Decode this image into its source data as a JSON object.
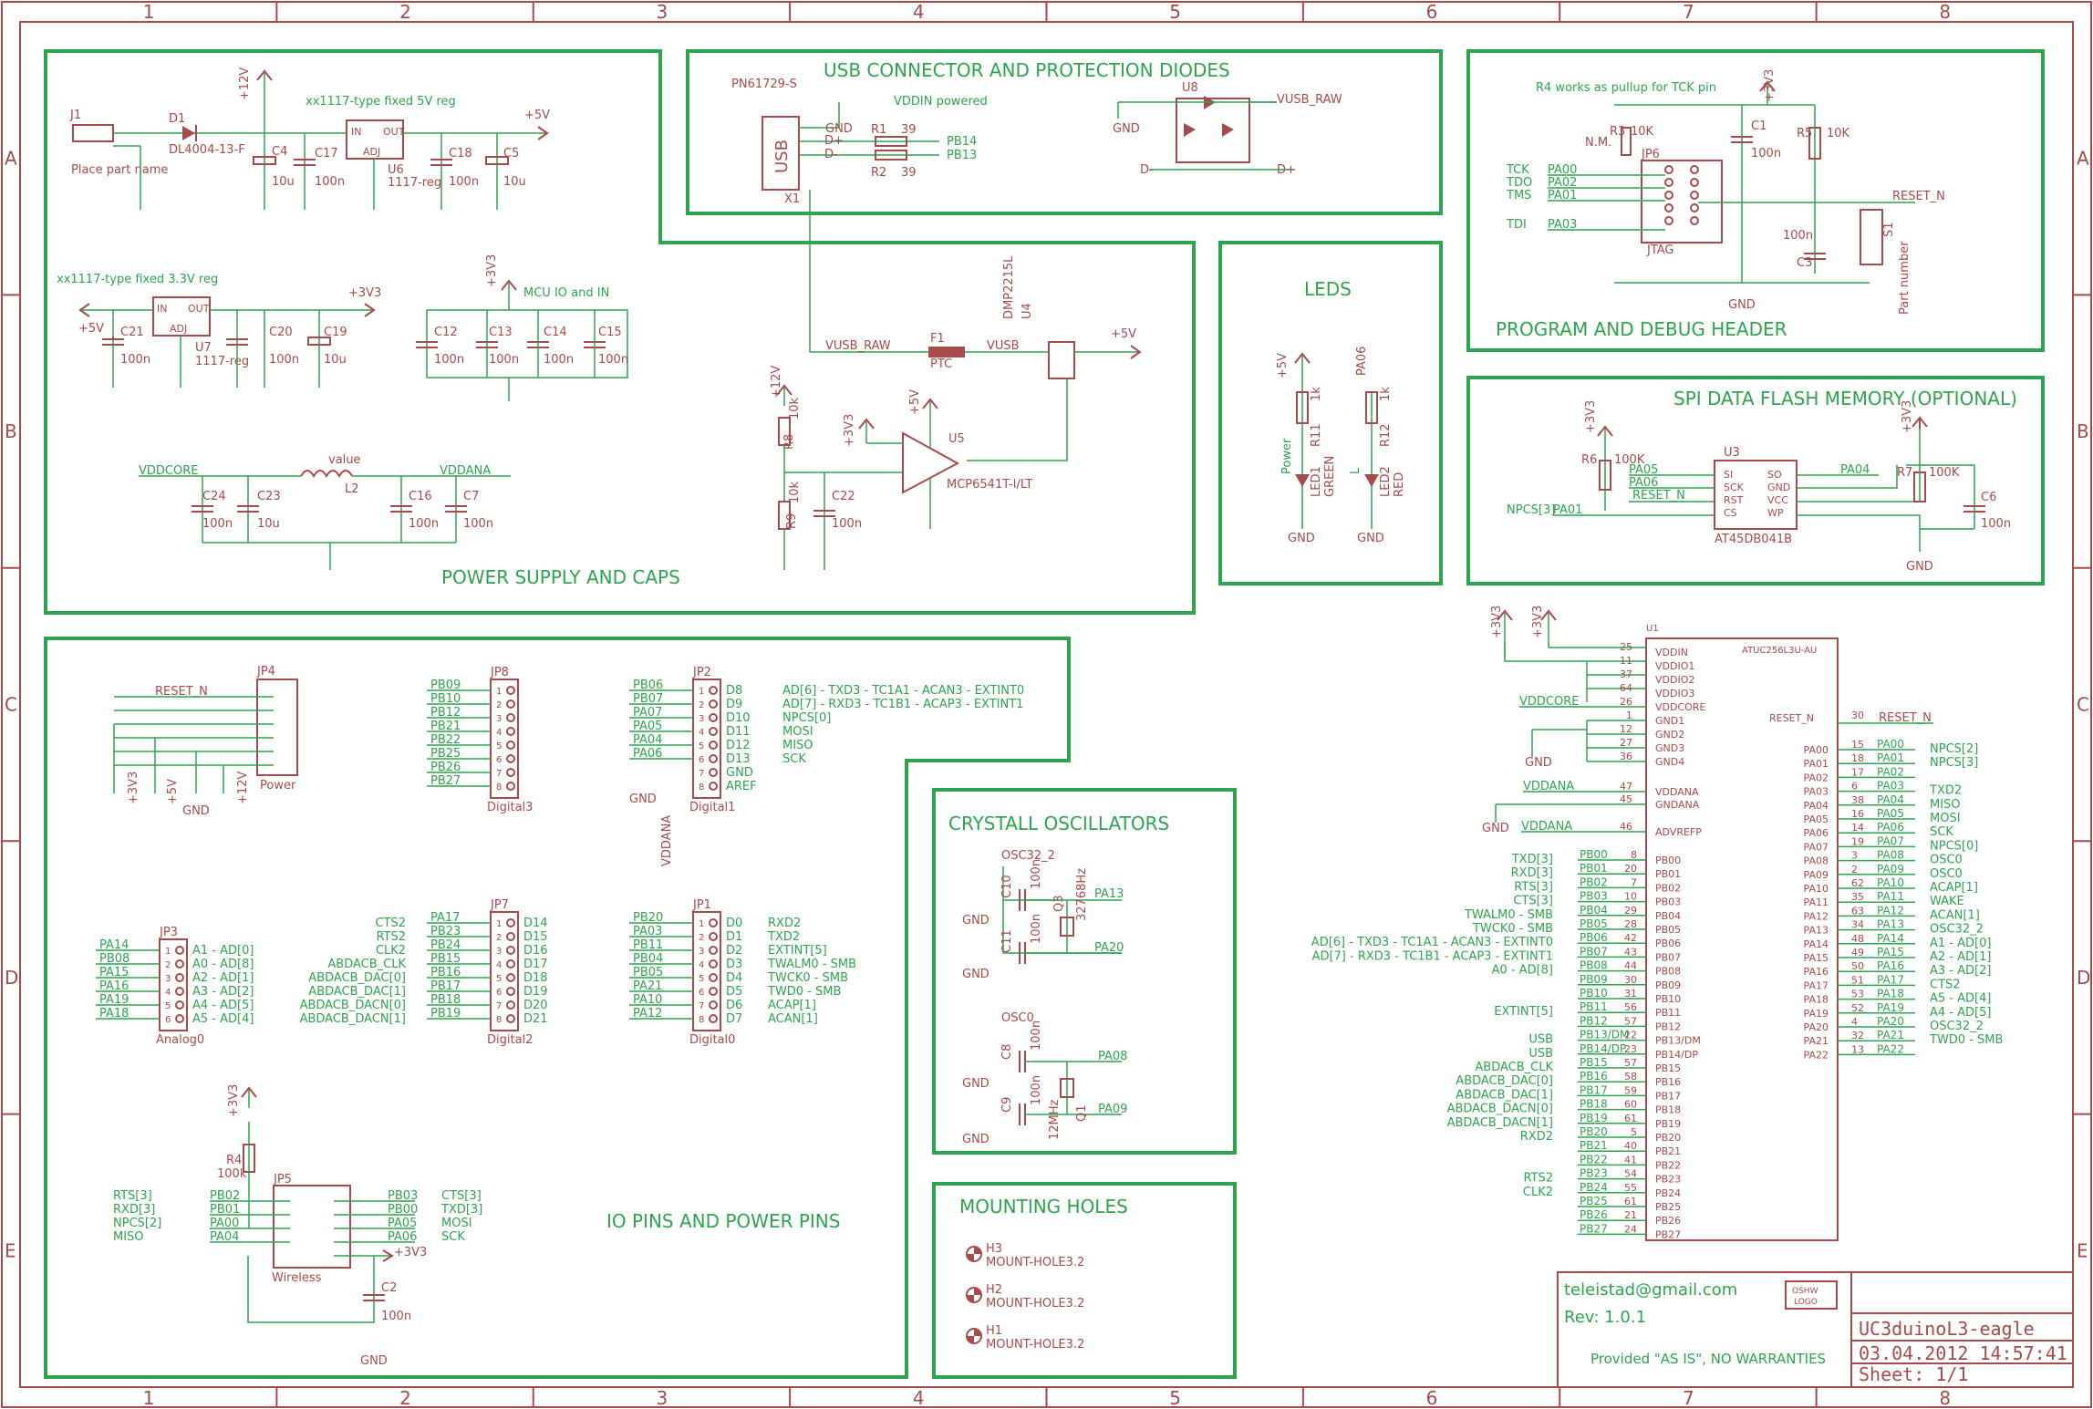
{
  "frame": {
    "columns": [
      "1",
      "2",
      "3",
      "4",
      "5",
      "6",
      "7",
      "8"
    ],
    "rows": [
      "A",
      "B",
      "C",
      "D",
      "E"
    ]
  },
  "sections": {
    "usb": "USB CONNECTOR AND PROTECTION DIODES",
    "program": "PROGRAM AND DEBUG HEADER",
    "leds": "LEDS",
    "spi": "SPI DATA FLASH MEMORY (OPTIONAL)",
    "power": "POWER SUPPLY AND CAPS",
    "io": "IO PINS AND POWER PINS",
    "crystal": "CRYSTALL OSCILLATORS",
    "mounting": "MOUNTING HOLES"
  },
  "power": {
    "reg5_note": "xx1117-type fixed 5V reg",
    "reg33_note": "xx1117-type fixed 3.3V reg",
    "mcu_note": "MCU IO and IN",
    "j1": "J1",
    "j1_note": "Place part name",
    "d1": "D1",
    "d1_value": "DL4004-13-F",
    "c4": "C4",
    "c4_v": "10u",
    "c17": "C17",
    "c17_v": "100n",
    "u6": "U6",
    "u6_v": "1117-reg",
    "c18": "C18",
    "c18_v": "100n",
    "c5": "C5",
    "c5_v": "10u",
    "c21": "C21",
    "c21_v": "100n",
    "u7": "U7",
    "u7_v": "1117-reg",
    "c20": "C20",
    "c20_v": "100n",
    "c19": "C19",
    "c19_v": "10u",
    "c12": "C12",
    "c13": "C13",
    "c14": "C14",
    "c15": "C15",
    "cap100n": "100n",
    "vddcore": "VDDCORE",
    "vddana": "VDDANA",
    "l2": "L2",
    "l2_v": "value",
    "c24": "C24",
    "c23": "C23",
    "c23_v": "10u",
    "c16": "C16",
    "c7": "C7",
    "r8": "R8",
    "r8_v": "10k",
    "r9": "R9",
    "r9_v": "10k",
    "c22": "C22",
    "u5": "U5",
    "u5_v": "MCP6541T-I/LT",
    "f1": "F1",
    "f1_v": "PTC",
    "u4": "U4",
    "u4_v": "DMP2215L",
    "vusb_raw": "VUSB_RAW",
    "vusb": "VUSB",
    "p5v": "+5V",
    "p33": "+3V3",
    "p12": "+12V",
    "gnd": "GND",
    "in": "IN",
    "out": "OUT",
    "adj": "ADJ"
  },
  "usb": {
    "pn": "PN61729-S",
    "x1": "X1",
    "usb": "USB",
    "vddin": "VDDIN powered",
    "r1": "R1",
    "r2": "R2",
    "r_v": "39",
    "pb14": "PB14",
    "pb13": "PB13",
    "dplus": "D+",
    "dminus": "D-",
    "u8": "U8",
    "vusb_raw": "VUSB_RAW"
  },
  "program": {
    "note": "R4 works as pullup for TCK pin",
    "r3": "R3",
    "r3_v": "10K",
    "nm": "N.M.",
    "jp6": "JP6",
    "jtag": "JTAG",
    "c1": "C1",
    "c1_v": "100n",
    "r5": "R5",
    "r5_v": "10K",
    "c3": "C3",
    "c3_v": "100n",
    "s1": "S1",
    "partnum": "Part number",
    "reset_n": "RESET_N",
    "sig_names": [
      "TCK",
      "TDO",
      "TMS",
      "TDI"
    ],
    "sig_nets": [
      "PA00",
      "PA02",
      "PA01",
      "PA03"
    ]
  },
  "leds": {
    "r11": "R11",
    "r12": "R12",
    "r_v": "1k",
    "pa06": "PA06",
    "led1": "LED1",
    "led1_c": "GREEN",
    "led1_l": "Power",
    "led2": "LED2",
    "led2_c": "RED",
    "led2_l": "L"
  },
  "spi": {
    "r6": "R6",
    "r6_v": "100K",
    "r7": "R7",
    "r7_v": "100K",
    "u3": "U3",
    "u3_v": "AT45DB041B",
    "c6": "C6",
    "c6_v": "100n",
    "npcs3": "NPCS[3]",
    "pa01": "PA01",
    "pa05": "PA05",
    "pa06": "PA06",
    "pa04": "PA04",
    "reset_n": "RESET_N",
    "pins_l": [
      "SI",
      "SCK",
      "RST",
      "CS"
    ],
    "pins_r": [
      "SO",
      "GND",
      "VCC",
      "WP"
    ]
  },
  "io": {
    "jp4": "JP4",
    "power_lbl": "Power",
    "reset_n": "RESET_N",
    "jp8": "JP8",
    "digital3": "Digital3",
    "jp8_nets": [
      "PB09",
      "PB10",
      "PB12",
      "PB21",
      "PB22",
      "PB25",
      "PB26",
      "PB27"
    ],
    "jp2": "JP2",
    "digital1": "Digital1",
    "jp2_nets": [
      "PB06",
      "PB07",
      "PA07",
      "PA05",
      "PA04",
      "PA06"
    ],
    "jp2_sigs": [
      "D8",
      "D9",
      "D10",
      "D11",
      "D12",
      "D13",
      "GND",
      "AREF"
    ],
    "jp2_funcs": [
      "AD[6] - TXD3 - TC1A1 - ACAN3 - EXTINT0",
      "AD[7] - RXD3 - TC1B1 - ACAP3 - EXTINT1",
      "NPCS[0]",
      "MOSI",
      "MISO",
      "SCK"
    ],
    "vddana": "VDDANA",
    "jp3": "JP3",
    "analog0": "Analog0",
    "jp3_nets": [
      "PA14",
      "PB08",
      "PA15",
      "PA16",
      "PA19",
      "PA18"
    ],
    "jp3_sigs": [
      "A1 - AD[0]",
      "A0 - AD[8]",
      "A2 - AD[1]",
      "A3 - AD[2]",
      "A4 - AD[5]",
      "A5 - AD[4]"
    ],
    "jp7": "JP7",
    "digital2": "Digital2",
    "jp7_funcs": [
      "CTS2",
      "RTS2",
      "CLK2",
      "ABDACB_CLK",
      "ABDACB_DAC[0]",
      "ABDACB_DAC[1]",
      "ABDACB_DACN[0]",
      "ABDACB_DACN[1]"
    ],
    "jp7_nets": [
      "PA17",
      "PB23",
      "PB24",
      "PB15",
      "PB16",
      "PB17",
      "PB18",
      "PB19"
    ],
    "jp7_sigs": [
      "D14",
      "D15",
      "D16",
      "D17",
      "D18",
      "D19",
      "D20",
      "D21"
    ],
    "jp1": "JP1",
    "digital0": "Digital0",
    "jp1_nets": [
      "PB20",
      "PA03",
      "PB11",
      "PB04",
      "PB05",
      "PA21",
      "PA10",
      "PA12"
    ],
    "jp1_sigs": [
      "D0",
      "D1",
      "D2",
      "D3",
      "D4",
      "D5",
      "D6",
      "D7"
    ],
    "jp1_funcs": [
      "RXD2",
      "TXD2",
      "EXTINT[5]",
      "TWALM0 - SMB",
      "TWCK0 - SMB",
      "TWD0 - SMB",
      "ACAP[1]",
      "ACAN[1]"
    ],
    "jp5": "JP5",
    "wireless": "Wireless",
    "r4": "R4",
    "r4_v": "100k",
    "c2": "C2",
    "c2_v": "100n",
    "jp5_lf": [
      "RTS[3]",
      "RXD[3]",
      "NPCS[2]",
      "MISO"
    ],
    "jp5_ln": [
      "PB02",
      "PB01",
      "PA00",
      "PA04"
    ],
    "jp5_rn": [
      "PB03",
      "PB00",
      "PA05",
      "PA06"
    ],
    "jp5_rf": [
      "CTS[3]",
      "TXD[3]",
      "MOSI",
      "SCK"
    ]
  },
  "crystal": {
    "osc32": "OSC32_2",
    "osc0": "OSC0",
    "c10": "C10",
    "c11": "C11",
    "c8": "C8",
    "c9": "C9",
    "cap_v": "100n",
    "q3": "Q3",
    "q3_v": "32768Hz",
    "q1": "Q1",
    "q1_v": "12MHz",
    "pa13": "PA13",
    "pa20": "PA20",
    "pa08": "PA08",
    "pa09": "PA09"
  },
  "mounting": {
    "holes": [
      "H3",
      "H2",
      "H1"
    ],
    "hole_v": "MOUNT-HOLE3.2"
  },
  "mcu": {
    "u1": "U1",
    "part": "ATUC256L3U-AU",
    "pwr_pins": [
      [
        "25",
        "VDDIN"
      ],
      [
        "11",
        "VDDIO1"
      ],
      [
        "37",
        "VDDIO2"
      ],
      [
        "64",
        "VDDIO3"
      ],
      [
        "26",
        "VDDCORE"
      ],
      [
        "1",
        "GND1"
      ],
      [
        "12",
        "GND2"
      ],
      [
        "27",
        "GND3"
      ],
      [
        "36",
        "GND4"
      ],
      [
        "47",
        "VDDANA"
      ],
      [
        "45",
        "GNDANA"
      ],
      [
        "46",
        "ADVREFP"
      ]
    ],
    "vddcore": "VDDCORE",
    "vddana": "VDDANA",
    "pb_pins": [
      "PB00",
      "PB01",
      "PB02",
      "PB03",
      "PB04",
      "PB05",
      "PB06",
      "PB07",
      "PB08",
      "PB09",
      "PB10",
      "PB11",
      "PB12",
      "PB13/DM",
      "PB14/DP",
      "PB15",
      "PB16",
      "PB17",
      "PB18",
      "PB19",
      "PB20",
      "PB21",
      "PB22",
      "PB23",
      "PB24",
      "PB25",
      "PB26",
      "PB27"
    ],
    "pb_nums": [
      "8",
      "20",
      "7",
      "10",
      "29",
      "28",
      "42",
      "43",
      "44",
      "30",
      "31",
      "56",
      "57",
      "22",
      "23",
      "57",
      "58",
      "59",
      "60",
      "61",
      "5",
      "40",
      "41",
      "54",
      "55",
      "61",
      "21",
      "24"
    ],
    "pb_funcs": [
      "TXD[3]",
      "RXD[3]",
      "RTS[3]",
      "CTS[3]",
      "TWALM0 - SMB",
      "TWCK0 - SMB",
      "AD[6] - TXD3 - TC1A1 - ACAN3 - EXTINT0",
      "AD[7] - RXD3 - TC1B1 - ACAP3 - EXTINT1",
      "A0 - AD[8]",
      "",
      "",
      "EXTINT[5]",
      "",
      "USB",
      "USB",
      "ABDACB_CLK",
      "ABDACB_DAC[0]",
      "ABDACB_DAC[1]",
      "ABDACB_DACN[0]",
      "ABDACB_DACN[1]",
      "RXD2",
      "",
      "",
      "RTS2",
      "CLK2",
      "",
      "",
      ""
    ],
    "reset": "RESET_N",
    "reset_num": "30",
    "pa_pins": [
      "PA00",
      "PA01",
      "PA02",
      "PA03",
      "PA04",
      "PA05",
      "PA06",
      "PA07",
      "PA08",
      "PA09",
      "PA10",
      "PA11",
      "PA12",
      "PA13",
      "PA14",
      "PA15",
      "PA16",
      "PA17",
      "PA18",
      "PA19",
      "PA20",
      "PA21",
      "PA22"
    ],
    "pa_nums": [
      "15",
      "18",
      "17",
      "6",
      "38",
      "16",
      "14",
      "19",
      "3",
      "2",
      "62",
      "35",
      "63",
      "34",
      "48",
      "49",
      "50",
      "51",
      "53",
      "52",
      "4",
      "32",
      "13"
    ],
    "pa_funcs": [
      "NPCS[2]",
      "NPCS[3]",
      "",
      "TXD2",
      "MISO",
      "MOSI",
      "SCK",
      "NPCS[0]",
      "OSC0",
      "OSC0",
      "ACAP[1]",
      "WAKE",
      "ACAN[1]",
      "OSC32_2",
      "A1 - AD[0]",
      "A2 - AD[1]",
      "A3 - AD[2]",
      "CTS2",
      "A5 - AD[4]",
      "A4 - AD[5]",
      "OSC32_2",
      "TWD0 - SMB",
      ""
    ]
  },
  "titleblock": {
    "email": "teleistad@gmail.com",
    "rev": "Rev: 1.0.1",
    "warranty": "Provided \"AS IS\", NO WARRANTIES",
    "name": "UC3duinoL3-eagle",
    "date": "03.04.2012 14:57:41",
    "sheet": "Sheet: 1/1",
    "logo1": "OSHW",
    "logo2": "LOGO"
  }
}
